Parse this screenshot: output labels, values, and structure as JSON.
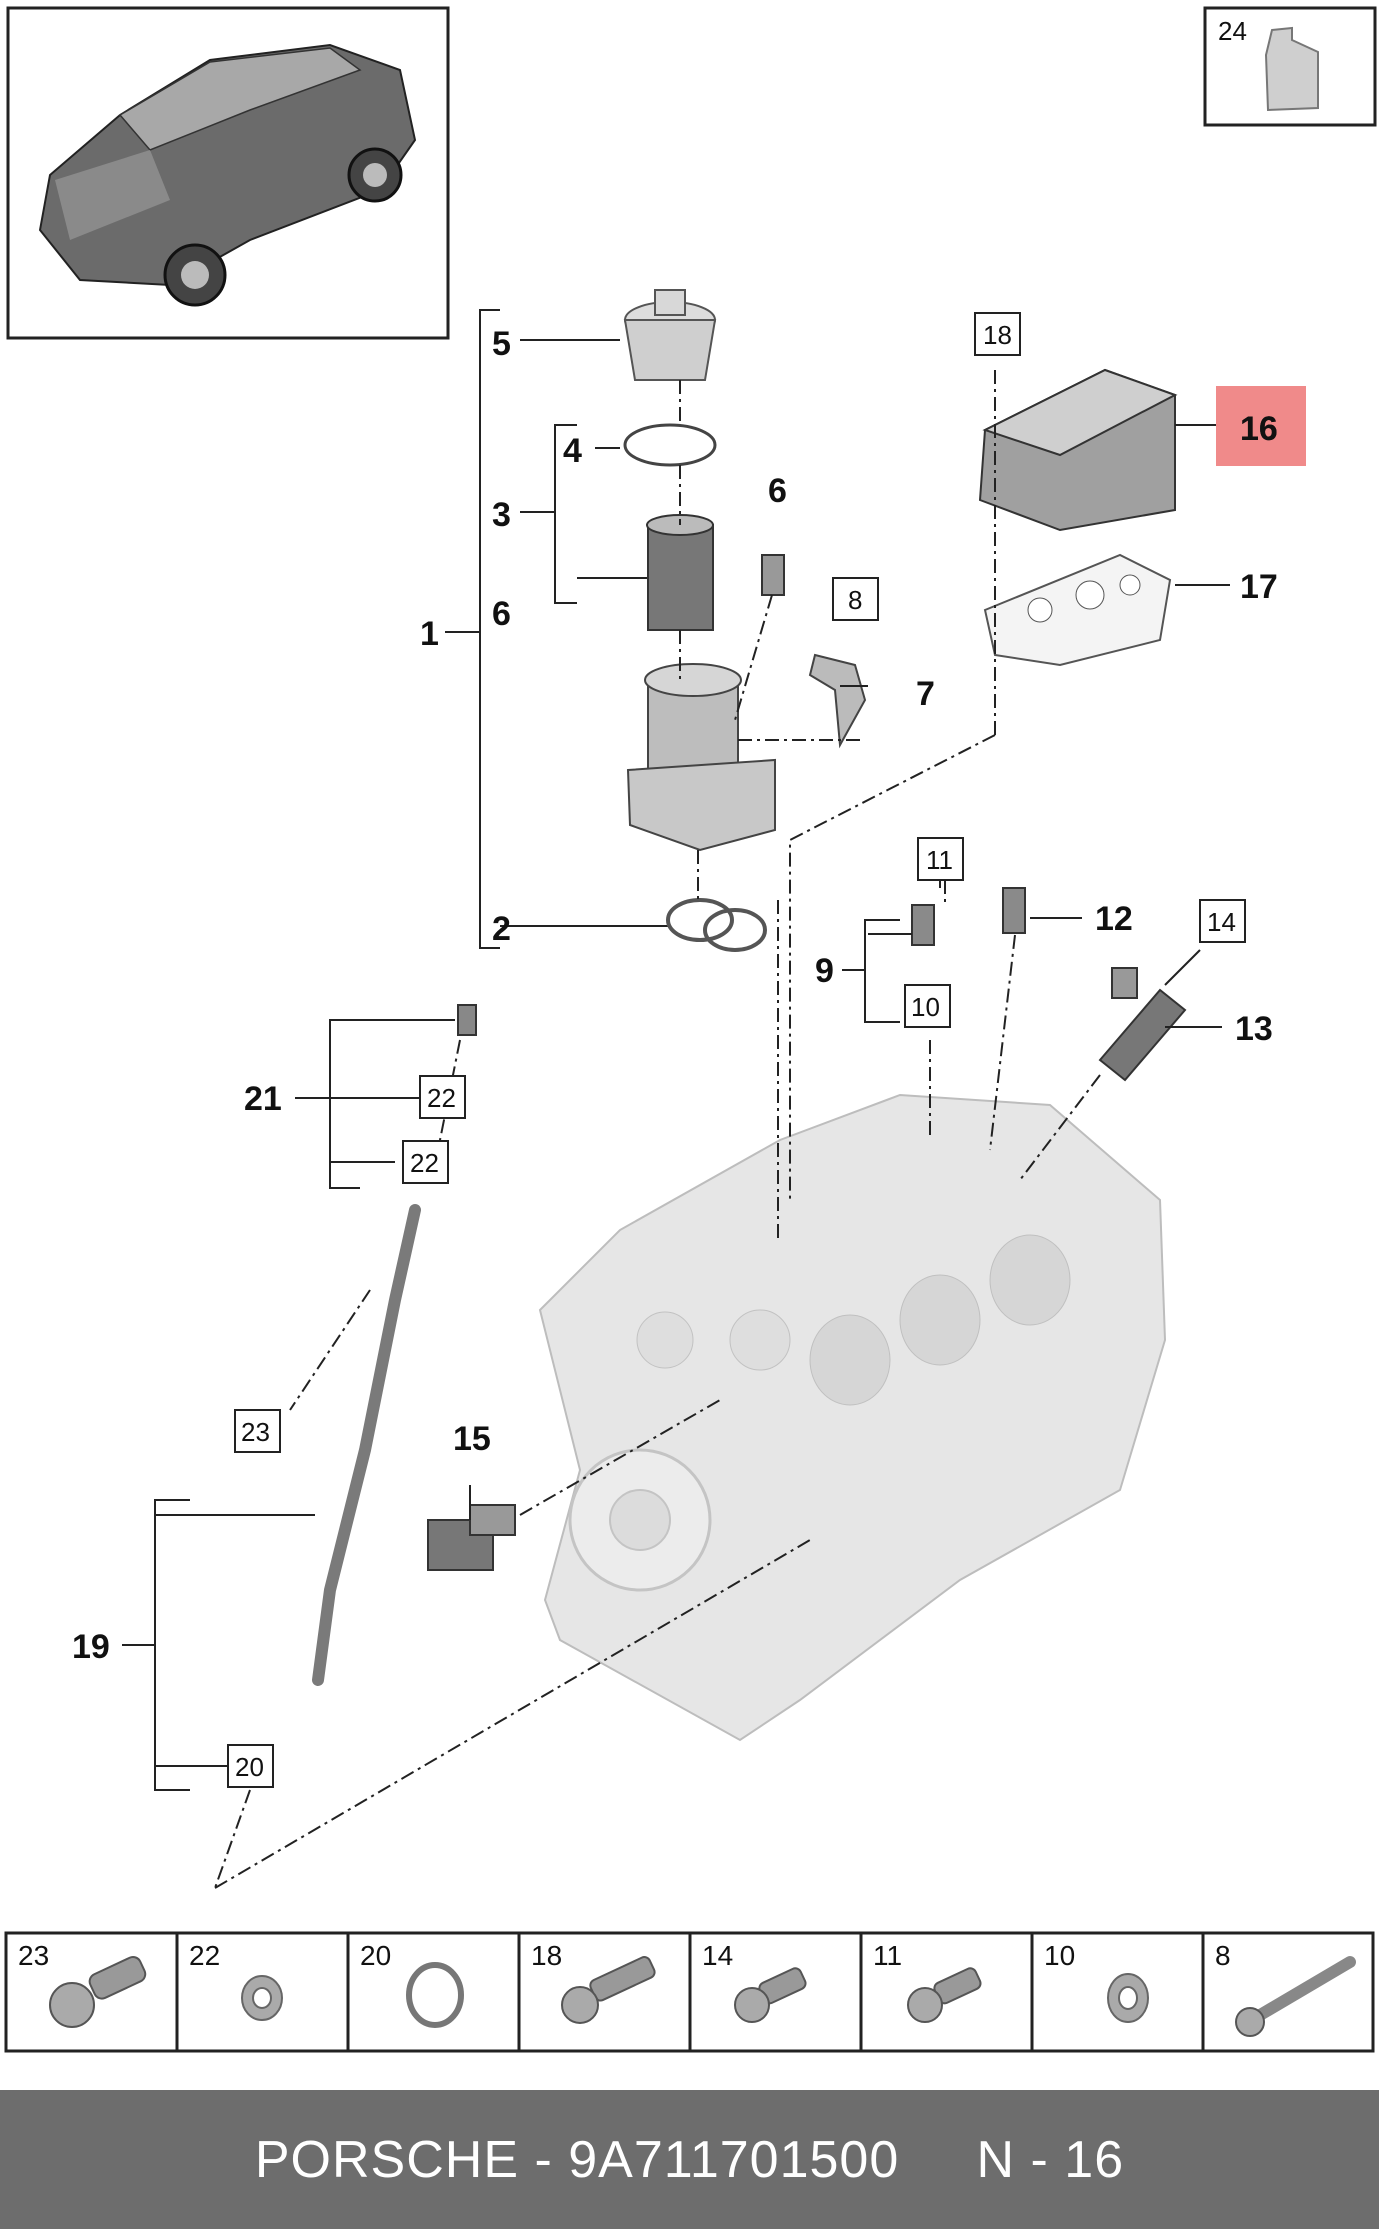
{
  "callouts": {
    "c1": "1",
    "c2": "2",
    "c3": "3",
    "c4": "4",
    "c5": "5",
    "c6a": "6",
    "c6b": "6",
    "c7": "7",
    "c9": "9",
    "c12": "12",
    "c13": "13",
    "c15": "15",
    "c16": "16",
    "c17": "17",
    "c19": "19",
    "c21": "21",
    "c24": "24"
  },
  "boxed": {
    "b8": "8",
    "b10": "10",
    "b11": "11",
    "b14": "14",
    "b18": "18",
    "b20": "20",
    "b22a": "22",
    "b22b": "22",
    "b23": "23"
  },
  "parts_strip": [
    "23",
    "22",
    "20",
    "18",
    "14",
    "11",
    "10",
    "8"
  ],
  "highlight": {
    "part": "16",
    "color": "#f08a8a"
  },
  "footer": {
    "brand": "PORSCHE",
    "separator": " - ",
    "part_number": "9A711701500",
    "gap": "     ",
    "page": "N - 16"
  },
  "icons": [
    "car-icon",
    "oil-bottle-icon",
    "bolt-icon",
    "seal-ring-icon",
    "o-ring-icon",
    "long-bolt-icon"
  ]
}
